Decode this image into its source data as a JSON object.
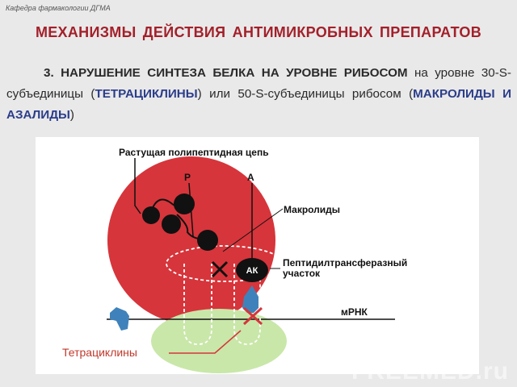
{
  "header": {
    "department": "Кафедра фармакологии ДГМА"
  },
  "slide": {
    "title": "МЕХАНИЗМЫ ДЕЙСТВИЯ АНТИМИКРОБНЫХ  ПРЕПАРАТОВ",
    "paragraph": {
      "number": "3.",
      "lead": "НАРУШЕНИЕ СИНТЕЗА БЕЛКА НА УРОВНЕ РИБОСОМ",
      "text1": " на уровне 30-S-субъединицы (",
      "drug1": "ТЕТРАЦИКЛИНЫ",
      "text2": ") или 50-S-субъединицы рибосом (",
      "drug2": "МАКРОЛИДЫ И АЗАЛИДЫ",
      "text3": ")"
    }
  },
  "diagram": {
    "growing_chain_label": "Растущая полипептидная цепь",
    "site_p": "P",
    "site_a": "A",
    "macrolides_label": "Макролиды",
    "peptidyl_label_line1": "Пептидилтрансферазный",
    "peptidyl_label_line2": "участок",
    "aa_label": "АК",
    "mrna_label": "мРНК",
    "tetracyclines_label": "Тетрациклины",
    "colors": {
      "large_subunit": "#d6353b",
      "small_subunit": "#c9e7a9",
      "trna": "#3f82bb",
      "block_mark": "#d6353b",
      "tetracycline_text": "#c0392b"
    }
  },
  "watermark": "FREEMED.ru"
}
